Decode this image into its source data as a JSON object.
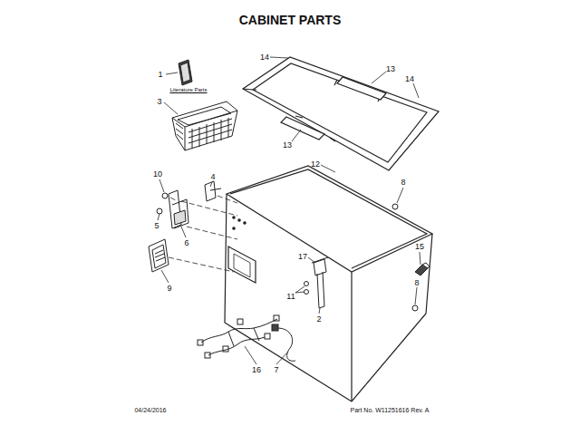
{
  "diagram": {
    "title": "CABINET PARTS",
    "labels": [
      "1",
      "Literature Parts",
      "14",
      "13",
      "14",
      "3",
      "13",
      "12",
      "10",
      "4",
      "8",
      "5",
      "6",
      "15",
      "17",
      "11",
      "9",
      "8",
      "2",
      "16",
      "7",
      "04/24/2016",
      "Part No. W11251616 Rev. A"
    ]
  }
}
